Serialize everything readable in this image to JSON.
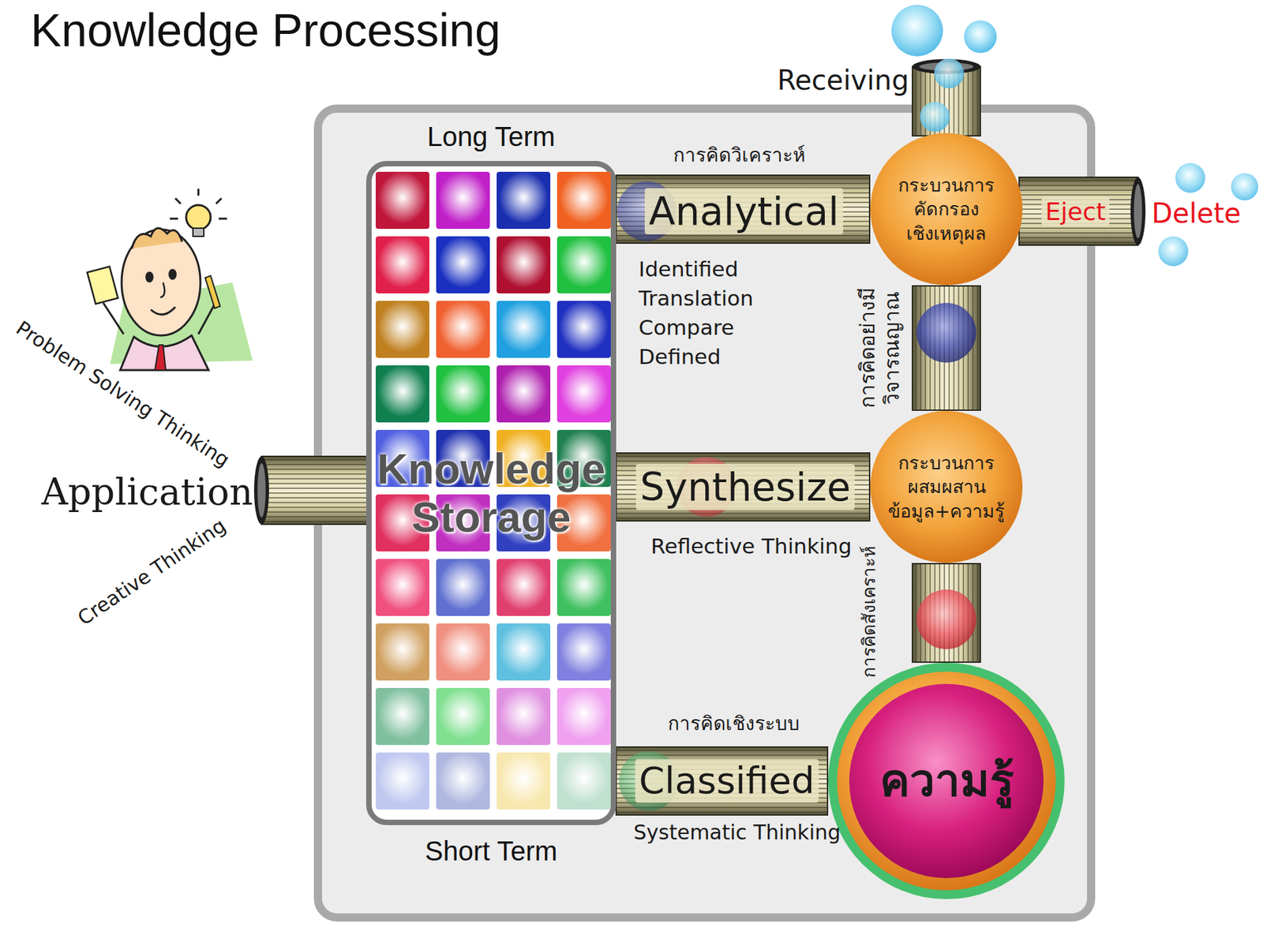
{
  "diagram": {
    "title": "Knowledge Processing",
    "nodes": [
      {
        "text": [
          "Long Term",
          "Knowledge Storage",
          "Short Term"
        ]
      },
      {
        "text": [
          "กระบวนการ คัดกรอง เชิงเหตุผล"
        ]
      },
      {
        "text": [
          "กระบวนการ ผสมผสาน ข้อมูล+ความรู้"
        ]
      },
      {
        "text": [
          "ความรู้"
        ]
      }
    ],
    "edges": [
      {
        "from": 1,
        "to": 0,
        "arrow": "none",
        "label": "Analytical"
      },
      {
        "from": 1,
        "to": 2,
        "arrow": "none",
        "label": "การคิดอย่างมี วิจารณญาณ"
      },
      {
        "from": 2,
        "to": 0,
        "arrow": "none",
        "label": "Synthesize"
      },
      {
        "from": 2,
        "to": 3,
        "arrow": "none",
        "label": "การคิดสังเคราะห์"
      },
      {
        "from": 3,
        "to": 0,
        "arrow": "none",
        "label": "Classified"
      }
    ],
    "labels": [
      "Receiving",
      "Eject",
      "Delete",
      "การคิดวิเคราะห์",
      "Identified",
      "Translation",
      "Compare",
      "Defined",
      "Reflective Thinking",
      "การคิดเชิงระบบ",
      "Systematic Thinking",
      "Application",
      "Problem Solving Thinking",
      "Creative Thinking"
    ]
  }
}
